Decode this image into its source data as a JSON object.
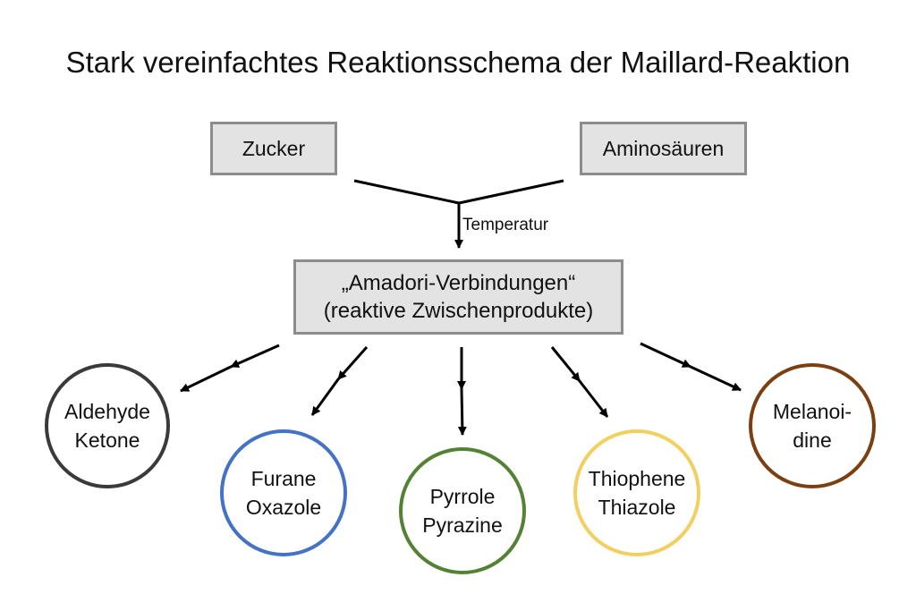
{
  "title": "Stark vereinfachtes Reaktionsschema der Maillard-Reaktion",
  "inputs": {
    "left": "Zucker",
    "right": "Aminosäuren"
  },
  "arrow_label": "Temperatur",
  "intermediate": {
    "line1": "„Amadori-Verbindungen“",
    "line2": "(reaktive Zwischenprodukte)"
  },
  "products": [
    {
      "line1": "Aldehyde",
      "line2": "Ketone",
      "color": "#3a3a3a"
    },
    {
      "line1": "Furane",
      "line2": "Oxazole",
      "color": "#4472c4"
    },
    {
      "line1": "Pyrrole",
      "line2": "Pyrazine",
      "color": "#548235"
    },
    {
      "line1": "Thiophene",
      "line2": "Thiazole",
      "color": "#f2d060"
    },
    {
      "line1": "Melanoi-",
      "line2": "dine",
      "color": "#7b3f12"
    }
  ]
}
